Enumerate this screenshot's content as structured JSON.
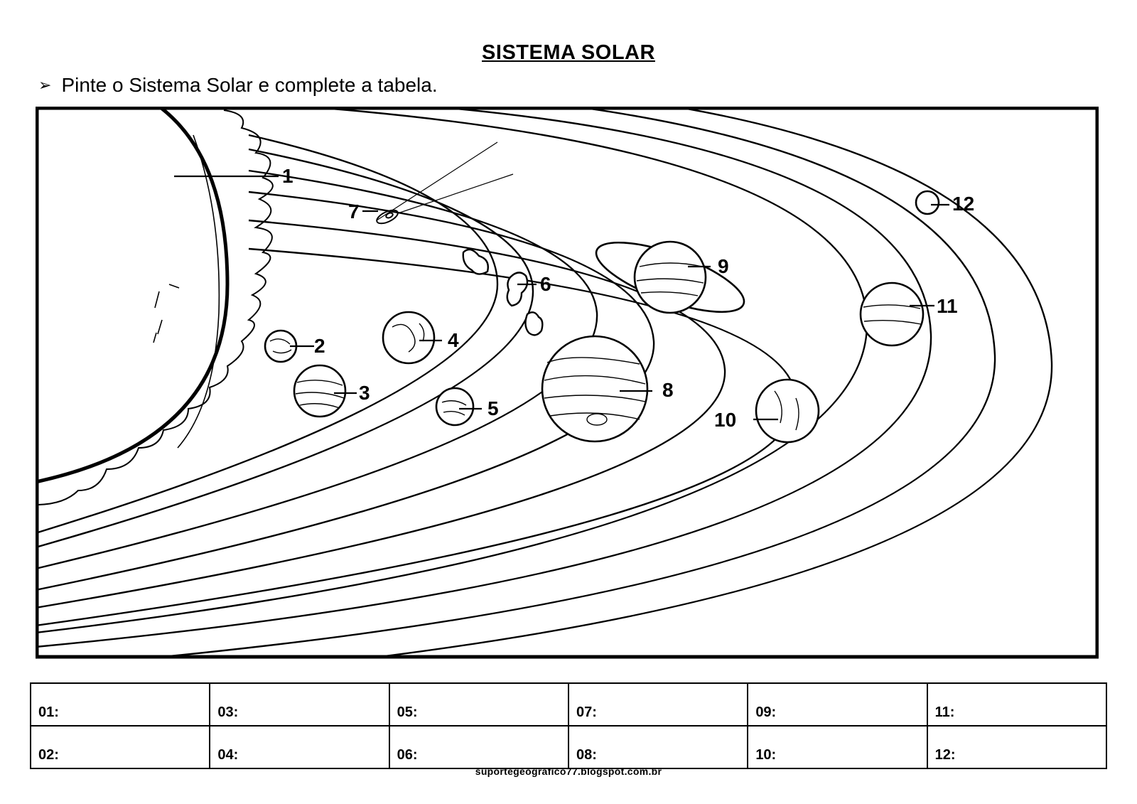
{
  "title": "SISTEMA SOLAR",
  "instruction": {
    "bullet": "➢",
    "text": "Pinte o Sistema Solar e complete a tabela."
  },
  "diagram": {
    "labels": [
      "1",
      "2",
      "3",
      "4",
      "5",
      "6",
      "7",
      "8",
      "9",
      "10",
      "11",
      "12"
    ]
  },
  "table": {
    "rows": [
      [
        "01:",
        "03:",
        "05:",
        "07:",
        "09:",
        "11:"
      ],
      [
        "02:",
        "04:",
        "06:",
        "08:",
        "10:",
        "12:"
      ]
    ]
  },
  "footer": "suportegeografico77.blogspot.com.br"
}
